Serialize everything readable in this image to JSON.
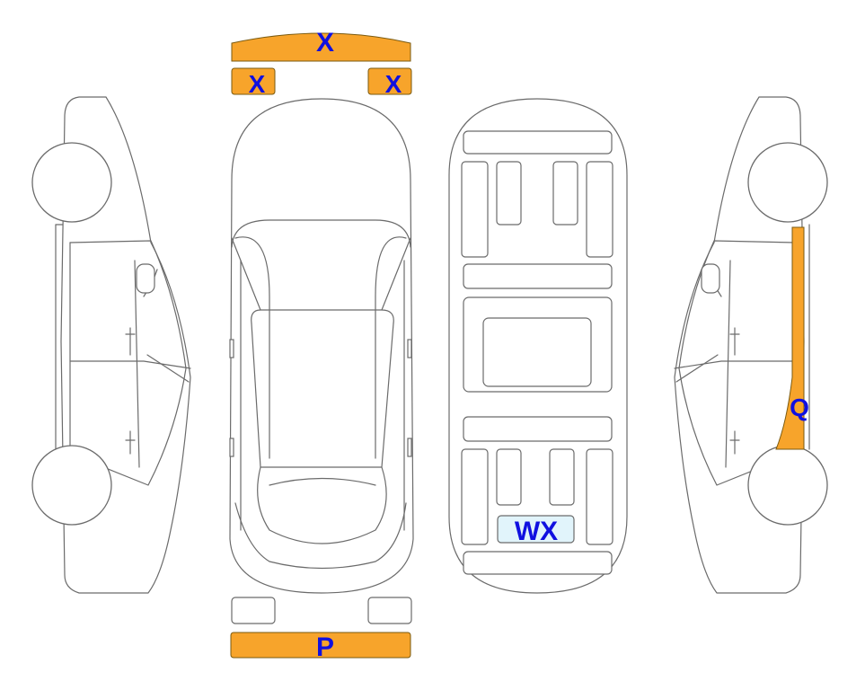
{
  "colors": {
    "damage_fill": "#F7A42B",
    "damage_light_fill": "#E1F4FB",
    "code_text": "#1010E0",
    "outline": "#6B6B6B"
  },
  "markers": {
    "front_bumper": "X",
    "headlight_left": "X",
    "headlight_right": "X",
    "rear_bumper": "P",
    "right_pillar": "Q",
    "floor_panel": "WX"
  }
}
